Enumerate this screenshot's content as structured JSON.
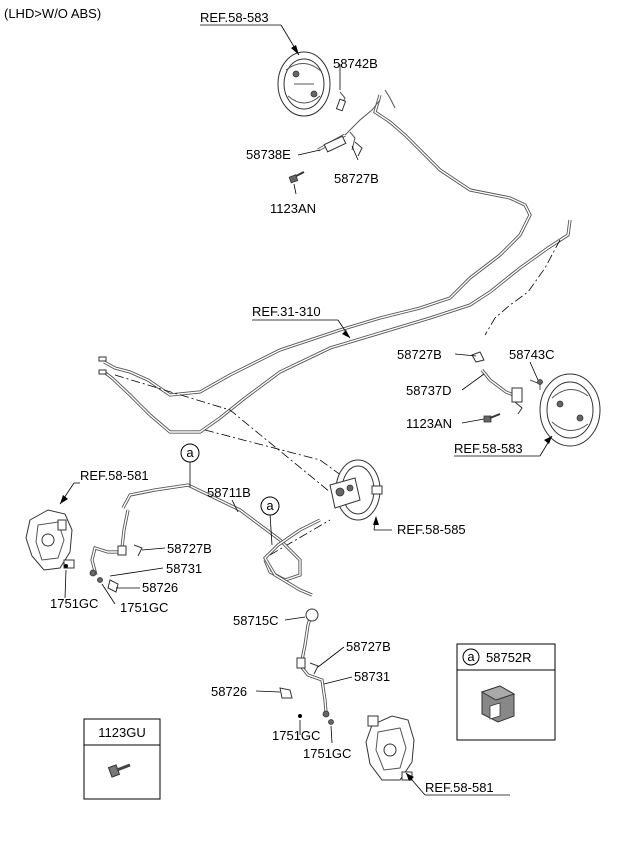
{
  "header": {
    "variant": "(LHD>W/O ABS)"
  },
  "refs": {
    "rear_top": "REF.58-583",
    "rear_right": "REF.58-583",
    "brake_tube": "REF.31-310",
    "front_left": "REF.58-581",
    "master_cyl": "REF.58-585",
    "front_right": "REF.58-581"
  },
  "labels": {
    "p58742B": "58742B",
    "p58738E": "58738E",
    "p58727B_top": "58727B",
    "p1123AN_top": "1123AN",
    "p58727B_right": "58727B",
    "p58743C": "58743C",
    "p58737D": "58737D",
    "p1123AN_right": "1123AN",
    "p58711B": "58711B",
    "p58727B_left": "58727B",
    "p58731_left": "58731",
    "p58726_left": "58726",
    "p1751GC_a": "1751GC",
    "p1751GC_b": "1751GC",
    "p58715C": "58715C",
    "p58727B_lower": "58727B",
    "p58731_lower": "58731",
    "p58726_lower": "58726",
    "p1751GC_c": "1751GC",
    "p1751GC_d": "1751GC"
  },
  "callouts": {
    "a1": "a",
    "a2": "a",
    "a_box": "a"
  },
  "detail_boxes": {
    "bracket": {
      "part_no": "58752R"
    },
    "bolt": {
      "part_no": "1123GU"
    }
  }
}
